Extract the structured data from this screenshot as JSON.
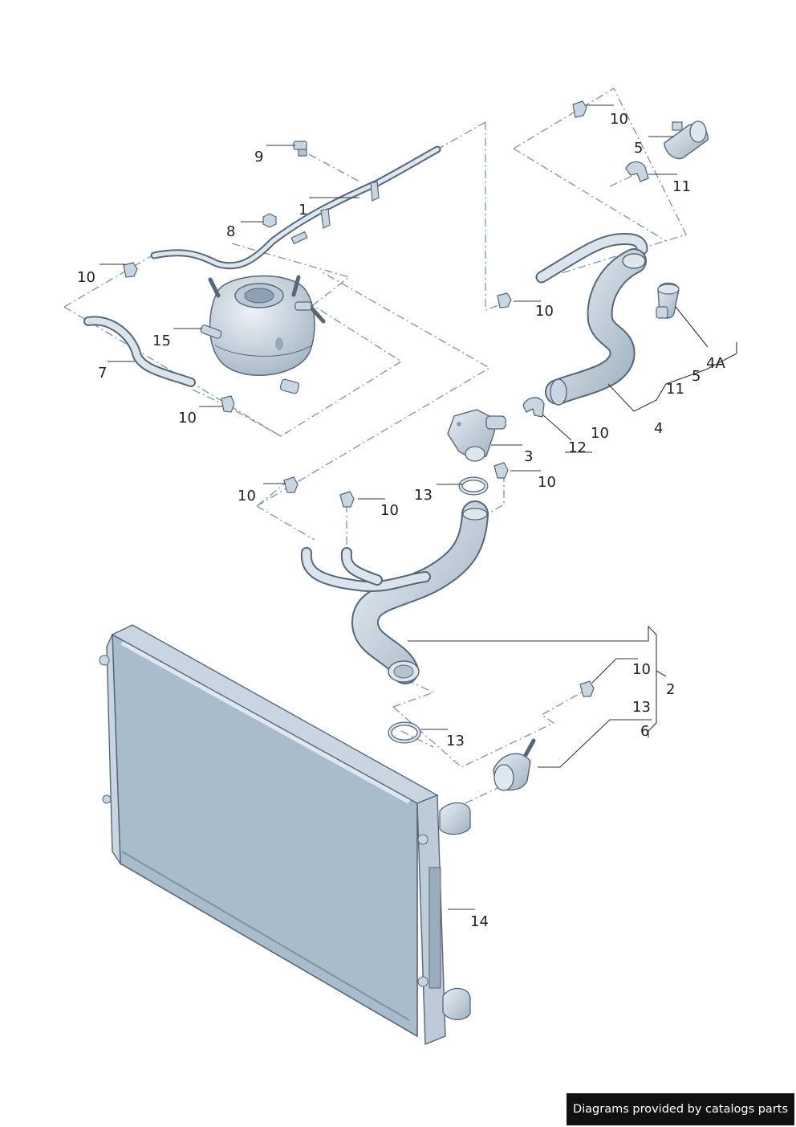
{
  "callouts": {
    "c1": "1",
    "c2": "2",
    "c3": "3",
    "c4": "4",
    "c4a": "4A",
    "c5a": "5",
    "c5b": "5",
    "c6": "6",
    "c7": "7",
    "c8": "8",
    "c9": "9",
    "c10a": "10",
    "c10b": "10",
    "c10c": "10",
    "c10d": "10",
    "c10e": "10",
    "c10f": "10",
    "c10g": "10",
    "c10h": "10",
    "c10i": "10",
    "c11a": "11",
    "c11b": "11",
    "c12": "12",
    "c13a": "13",
    "c13b": "13",
    "c13c": "13",
    "c14": "14",
    "c15": "15"
  },
  "footer": {
    "text": "Diagrams provided by catalogs parts"
  },
  "colors": {
    "part_fill": "#c9d6e1",
    "part_stroke": "#56677a",
    "radiator_core": "#a8bccb",
    "dash_line": "#7d93a8"
  }
}
